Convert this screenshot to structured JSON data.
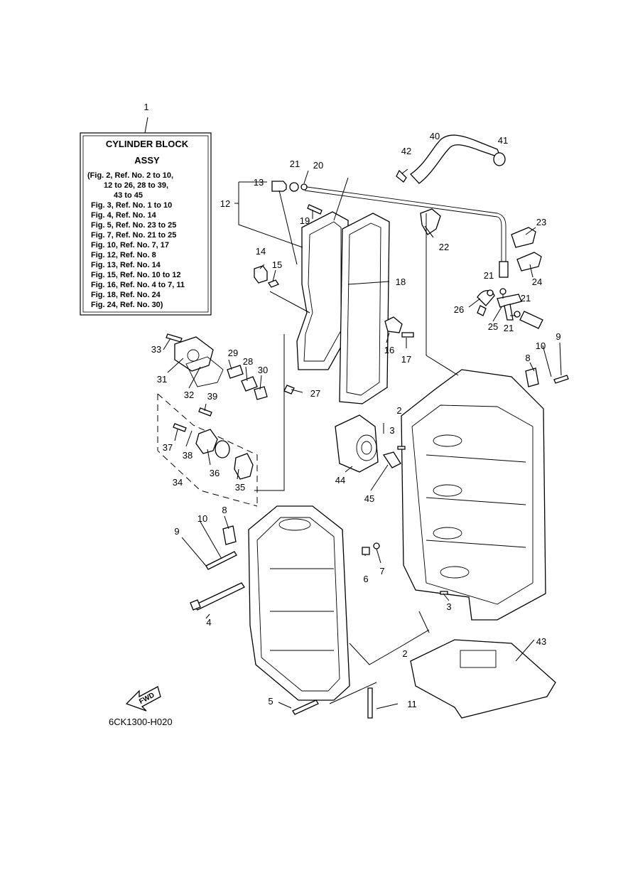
{
  "legend": {
    "ref_no": "1",
    "title_line1": "CYLINDER BLOCK",
    "title_line2": "ASSY",
    "lines": [
      "(Fig. 2, Ref. No. 2 to 10,",
      "12 to 26, 28 to 39,",
      "43 to 45",
      "Fig. 3, Ref. No. 1 to 10",
      "Fig. 4, Ref. No. 14",
      "Fig. 5, Ref. No. 23 to 25",
      "Fig. 7, Ref. No. 21 to 25",
      "Fig. 10, Ref. No. 7, 17",
      "Fig. 12, Ref. No. 8",
      "Fig. 13, Ref. No. 14",
      "Fig. 15, Ref. No. 10 to 12",
      "Fig. 16, Ref. No. 4 to 7, 11",
      "Fig. 18, Ref. No. 24",
      "Fig. 24, Ref. No. 30)"
    ]
  },
  "callouts": [
    {
      "id": "c1",
      "label": "1"
    },
    {
      "id": "c2a",
      "label": "2"
    },
    {
      "id": "c2b",
      "label": "2"
    },
    {
      "id": "c3a",
      "label": "3"
    },
    {
      "id": "c3b",
      "label": "3"
    },
    {
      "id": "c4",
      "label": "4"
    },
    {
      "id": "c5",
      "label": "5"
    },
    {
      "id": "c6",
      "label": "6"
    },
    {
      "id": "c7",
      "label": "7"
    },
    {
      "id": "c8a",
      "label": "8"
    },
    {
      "id": "c8b",
      "label": "8"
    },
    {
      "id": "c9a",
      "label": "9"
    },
    {
      "id": "c9b",
      "label": "9"
    },
    {
      "id": "c10a",
      "label": "10"
    },
    {
      "id": "c10b",
      "label": "10"
    },
    {
      "id": "c11",
      "label": "11"
    },
    {
      "id": "c12",
      "label": "12"
    },
    {
      "id": "c13",
      "label": "13"
    },
    {
      "id": "c14",
      "label": "14"
    },
    {
      "id": "c15",
      "label": "15"
    },
    {
      "id": "c16",
      "label": "16"
    },
    {
      "id": "c17",
      "label": "17"
    },
    {
      "id": "c18",
      "label": "18"
    },
    {
      "id": "c19",
      "label": "19"
    },
    {
      "id": "c20",
      "label": "20"
    },
    {
      "id": "c21a",
      "label": "21"
    },
    {
      "id": "c21b",
      "label": "21"
    },
    {
      "id": "c21c",
      "label": "21"
    },
    {
      "id": "c21d",
      "label": "21"
    },
    {
      "id": "c22",
      "label": "22"
    },
    {
      "id": "c23",
      "label": "23"
    },
    {
      "id": "c24",
      "label": "24"
    },
    {
      "id": "c25",
      "label": "25"
    },
    {
      "id": "c26",
      "label": "26"
    },
    {
      "id": "c27",
      "label": "27"
    },
    {
      "id": "c28",
      "label": "28"
    },
    {
      "id": "c29",
      "label": "29"
    },
    {
      "id": "c30",
      "label": "30"
    },
    {
      "id": "c31",
      "label": "31"
    },
    {
      "id": "c32",
      "label": "32"
    },
    {
      "id": "c33",
      "label": "33"
    },
    {
      "id": "c34",
      "label": "34"
    },
    {
      "id": "c35",
      "label": "35"
    },
    {
      "id": "c36",
      "label": "36"
    },
    {
      "id": "c37",
      "label": "37"
    },
    {
      "id": "c38",
      "label": "38"
    },
    {
      "id": "c39",
      "label": "39"
    },
    {
      "id": "c40",
      "label": "40"
    },
    {
      "id": "c41",
      "label": "41"
    },
    {
      "id": "c42",
      "label": "42"
    },
    {
      "id": "c43",
      "label": "43"
    },
    {
      "id": "c44",
      "label": "44"
    },
    {
      "id": "c45",
      "label": "45"
    }
  ],
  "fwd_label": "FWD",
  "drawing_code": "6CK1300-H020"
}
